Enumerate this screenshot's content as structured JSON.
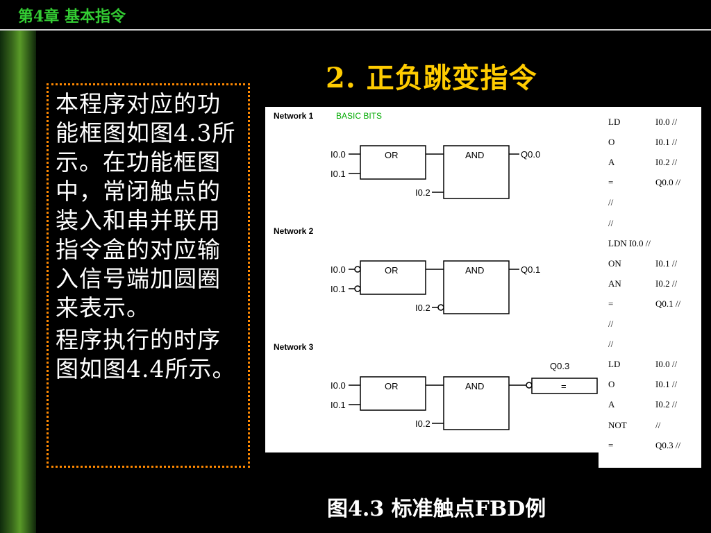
{
  "header": {
    "title": "第4章  基本指令"
  },
  "slide_title": "2. 正负跳变指令",
  "body_text": {
    "para1": "本程序对应的功能框图如图4.3所示。在功能框图中，常闭触点的装入和串并联用指令盒的对应输入信号端加圆圈来表示。",
    "para2": "程序执行的时序图如图4.4所示。"
  },
  "fbd": {
    "networks": [
      {
        "label": "Network 1",
        "comment": "BASIC BITS",
        "in1": "I0.0",
        "in2": "I0.1",
        "in3": "I0.2",
        "box1": "OR",
        "box2": "AND",
        "out": "Q0.0"
      },
      {
        "label": "Network 2",
        "in1": "I0.0",
        "in2": "I0.1",
        "in3": "I0.2",
        "box1": "OR",
        "box2": "AND",
        "out": "Q0.1"
      },
      {
        "label": "Network 3",
        "in1": "I0.0",
        "in2": "I0.1",
        "in3": "I0.2",
        "box1": "OR",
        "box2": "AND",
        "coil_label": "Q0.3",
        "coil_symbol": "="
      }
    ]
  },
  "instruction_list": [
    {
      "op": "LD",
      "operand": "I0.0     //"
    },
    {
      "op": "O",
      "operand": "I0.1     //"
    },
    {
      "op": "A",
      "operand": "I0.2     //"
    },
    {
      "op": "=",
      "operand": "Q0.0 //"
    },
    {
      "op": "//",
      "operand": ""
    },
    {
      "op": "//",
      "operand": ""
    },
    {
      "op": "LDN I0.0     //",
      "operand": ""
    },
    {
      "op": "ON",
      "operand": "I0.1     //"
    },
    {
      "op": "AN",
      "operand": "I0.2     //"
    },
    {
      "op": "=",
      "operand": "Q0.1 //"
    },
    {
      "op": "//",
      "operand": ""
    },
    {
      "op": "//",
      "operand": ""
    },
    {
      "op": "LD",
      "operand": "I0.0     //"
    },
    {
      "op": "O",
      "operand": "I0.1     //"
    },
    {
      "op": "A",
      "operand": "I0.2     //"
    },
    {
      "op": "NOT",
      "operand": "  //"
    },
    {
      "op": "=",
      "operand": "Q0.3    //"
    }
  ],
  "caption": "图4.3    标准触点FBD例"
}
